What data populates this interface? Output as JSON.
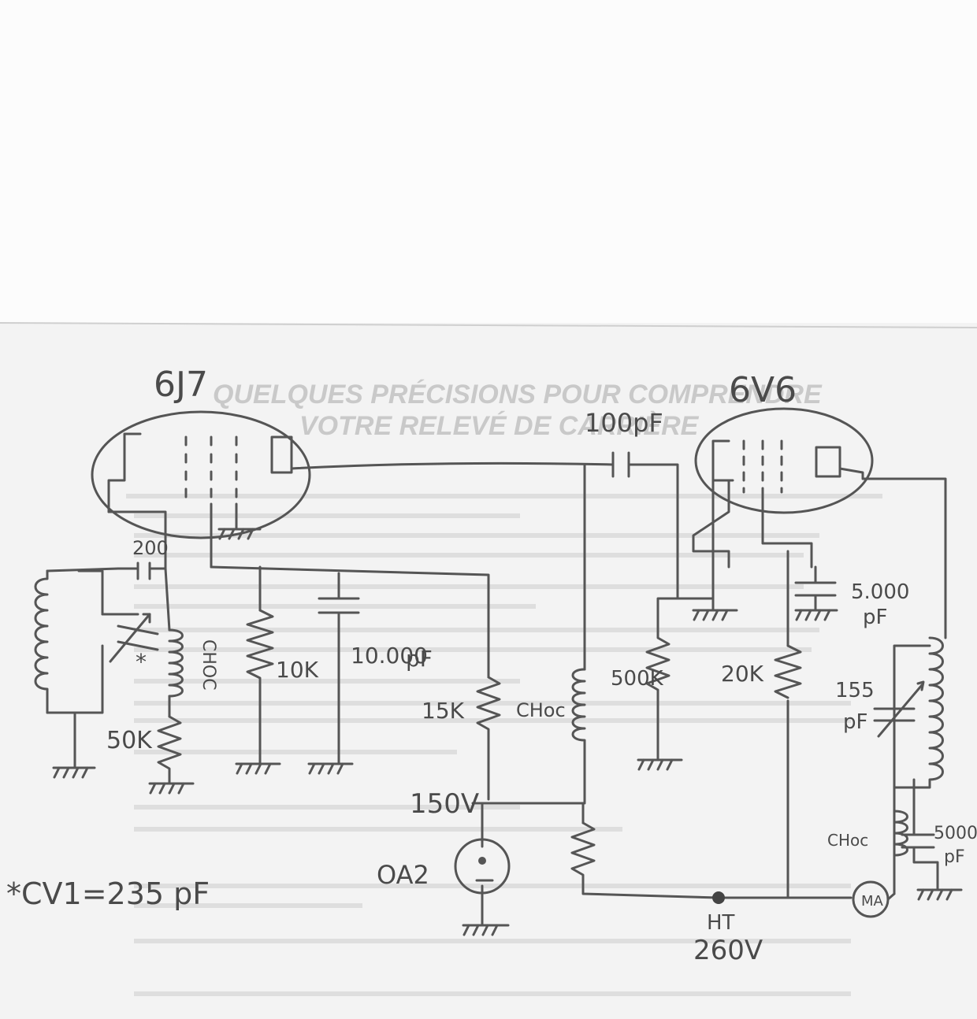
{
  "tubes": {
    "left": "6J7",
    "right": "6V6"
  },
  "components": {
    "cap_coupling": "100pF",
    "cap_grid": "200",
    "asterisk": "*",
    "choke_left": "CHOC",
    "res_10k": "10K",
    "cap_10000_line1": "10.000",
    "cap_10000_line2": "pF",
    "res_15k": "15K",
    "res_50k": "50K",
    "choke_mid": "CHoc",
    "res_500k": "500K",
    "res_20k": "20K",
    "cap_5000_top_1": "5.000",
    "cap_5000_top_2": "pF",
    "var_cap_1": "155",
    "var_cap_2": "pF",
    "choke_right": "CHoc",
    "cap_5000_bot_1": "5000",
    "cap_5000_bot_2": "pF",
    "reg_voltage": "150V",
    "reg_tube": "OA2",
    "ht_label": "HT",
    "ht_voltage": "260V",
    "meter_label": "MA"
  },
  "footnote": "*CV1=235 pF",
  "background_print": {
    "title_line1": "QUELQUES PRÉCISIONS POUR COMPRENDRE",
    "title_line2": "VOTRE RELEVÉ DE CARRIÈRE"
  },
  "colors": {
    "ink": "#555555",
    "paper": "#f3f3f3",
    "top_sheet": "#fcfcfc"
  }
}
